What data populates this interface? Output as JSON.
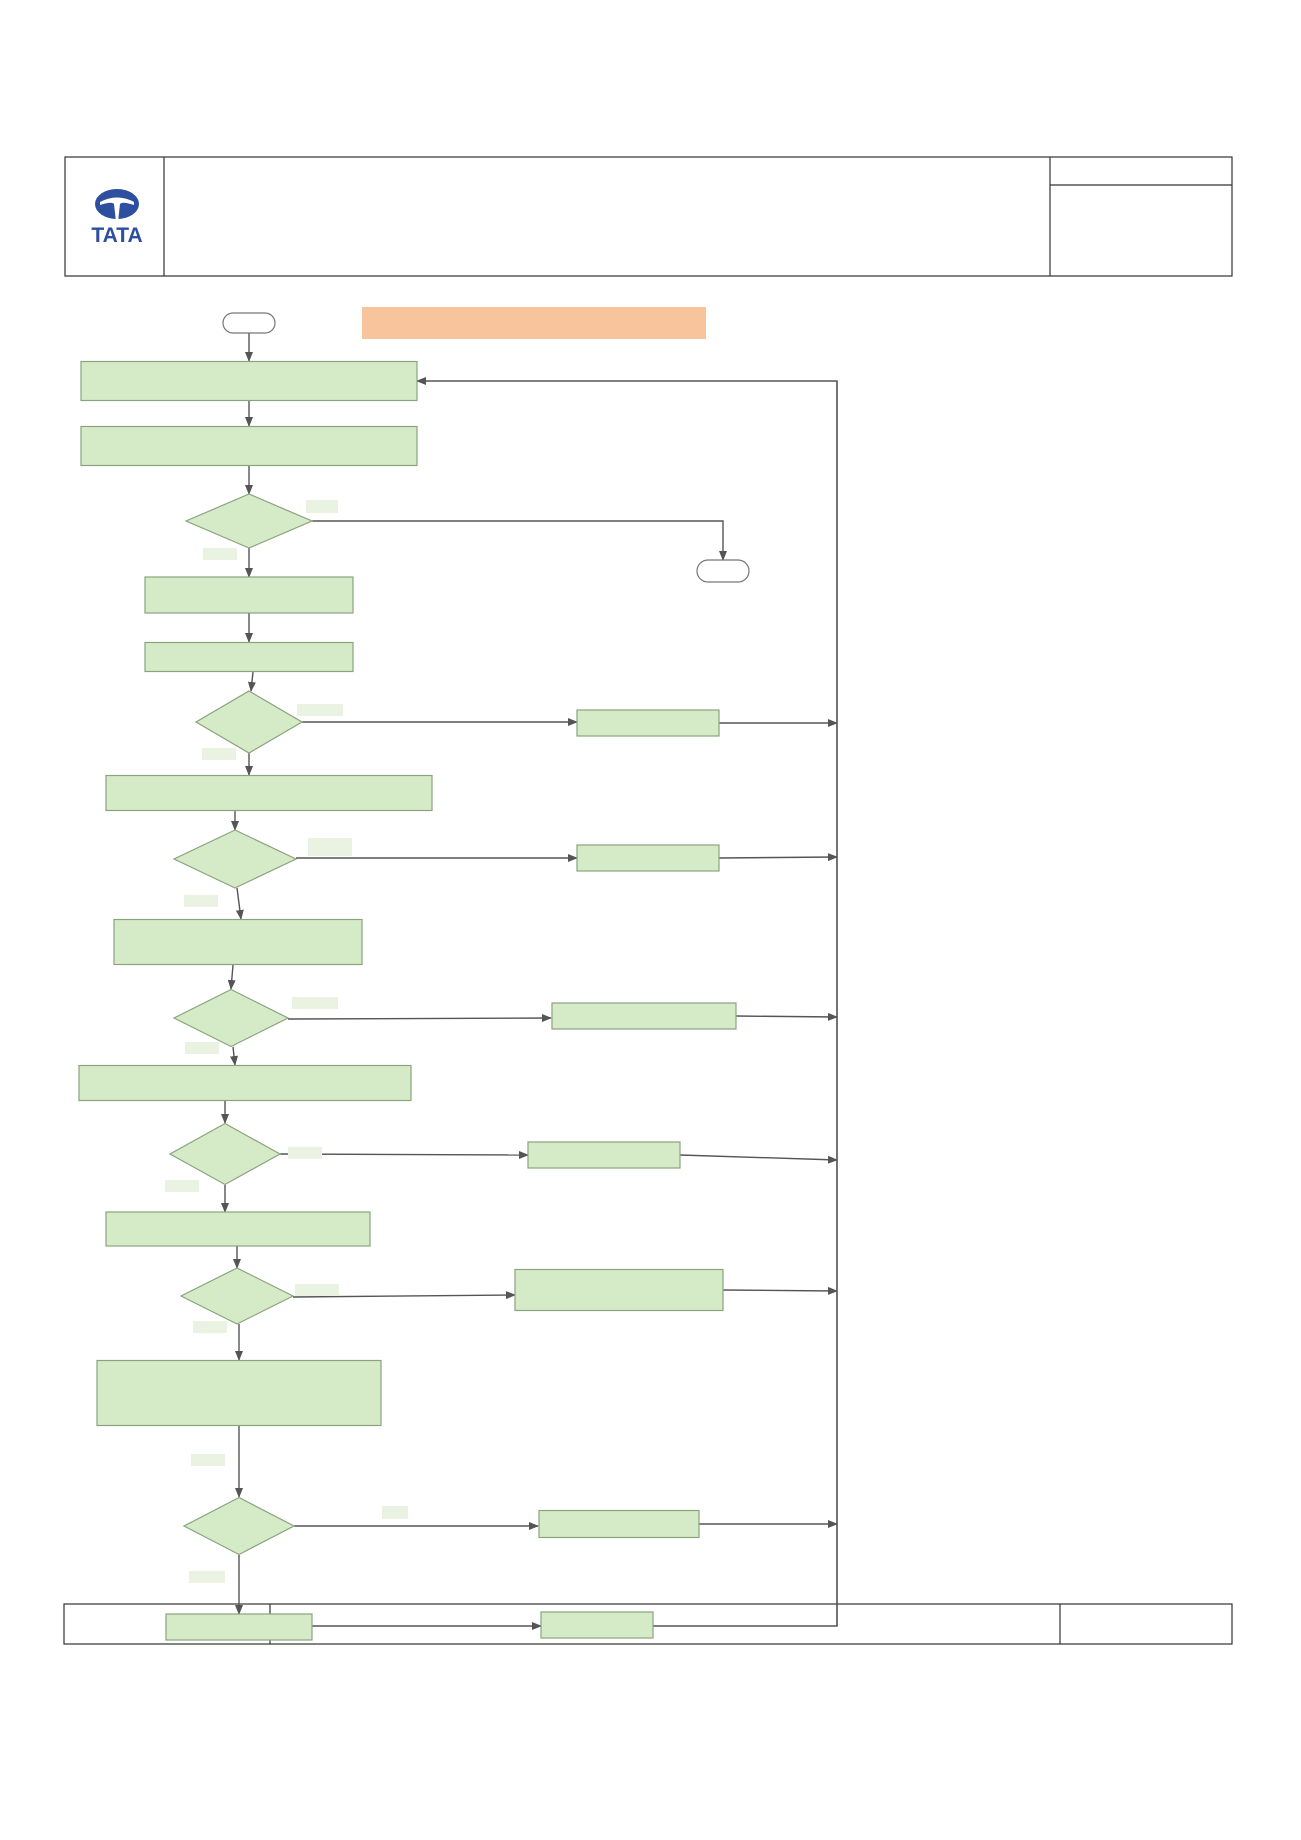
{
  "header": {
    "logo": {
      "text": "TATA",
      "color": "#2e4f9f",
      "icon": "tata-logo-icon"
    }
  },
  "flowchart": {
    "colors": {
      "process_fill": "#d5ebc8",
      "process_stroke": "#8aa37d",
      "decision_fill": "#d5ebc8",
      "terminal_fill": "#ffffff",
      "banner_fill": "#f8c49b",
      "edge_label_fill": "#eaf3e2",
      "line": "#555555",
      "frame": "#333333"
    },
    "nodes": [
      {
        "id": "start",
        "shape": "terminal",
        "text": ""
      },
      {
        "id": "banner",
        "shape": "banner",
        "text": ""
      },
      {
        "id": "p1",
        "shape": "process",
        "text": ""
      },
      {
        "id": "p2",
        "shape": "process",
        "text": ""
      },
      {
        "id": "d1",
        "shape": "decision",
        "text": ""
      },
      {
        "id": "end",
        "shape": "terminal",
        "text": ""
      },
      {
        "id": "p3",
        "shape": "process",
        "text": ""
      },
      {
        "id": "p4",
        "shape": "process",
        "text": ""
      },
      {
        "id": "d2",
        "shape": "decision",
        "text": ""
      },
      {
        "id": "r2",
        "shape": "process",
        "text": ""
      },
      {
        "id": "p5",
        "shape": "process",
        "text": ""
      },
      {
        "id": "d3",
        "shape": "decision",
        "text": ""
      },
      {
        "id": "r3",
        "shape": "process",
        "text": ""
      },
      {
        "id": "p6",
        "shape": "process",
        "text": ""
      },
      {
        "id": "d4",
        "shape": "decision",
        "text": ""
      },
      {
        "id": "r4",
        "shape": "process",
        "text": ""
      },
      {
        "id": "p7",
        "shape": "process",
        "text": ""
      },
      {
        "id": "d5",
        "shape": "decision",
        "text": ""
      },
      {
        "id": "r5",
        "shape": "process",
        "text": ""
      },
      {
        "id": "p8",
        "shape": "process",
        "text": ""
      },
      {
        "id": "d6",
        "shape": "decision",
        "text": ""
      },
      {
        "id": "r6",
        "shape": "process",
        "text": ""
      },
      {
        "id": "p9",
        "shape": "process",
        "text": ""
      },
      {
        "id": "d7",
        "shape": "decision",
        "text": ""
      },
      {
        "id": "r7",
        "shape": "process",
        "text": ""
      },
      {
        "id": "p10",
        "shape": "process",
        "text": ""
      },
      {
        "id": "r8",
        "shape": "process",
        "text": ""
      }
    ],
    "edges": [
      {
        "from": "start",
        "to": "p1"
      },
      {
        "from": "p1",
        "to": "p2"
      },
      {
        "from": "p2",
        "to": "d1"
      },
      {
        "from": "d1",
        "to": "end"
      },
      {
        "from": "d1",
        "to": "p3"
      },
      {
        "from": "p3",
        "to": "p4"
      },
      {
        "from": "p4",
        "to": "d2"
      },
      {
        "from": "d2",
        "to": "r2"
      },
      {
        "from": "d2",
        "to": "p5"
      },
      {
        "from": "p5",
        "to": "d3"
      },
      {
        "from": "d3",
        "to": "r3"
      },
      {
        "from": "d3",
        "to": "p6"
      },
      {
        "from": "p6",
        "to": "d4"
      },
      {
        "from": "d4",
        "to": "r4"
      },
      {
        "from": "d4",
        "to": "p7"
      },
      {
        "from": "p7",
        "to": "d5"
      },
      {
        "from": "d5",
        "to": "r5"
      },
      {
        "from": "d5",
        "to": "p8"
      },
      {
        "from": "p8",
        "to": "d6"
      },
      {
        "from": "d6",
        "to": "r6"
      },
      {
        "from": "d6",
        "to": "p9"
      },
      {
        "from": "p9",
        "to": "d7"
      },
      {
        "from": "d7",
        "to": "r7"
      },
      {
        "from": "d7",
        "to": "p10"
      },
      {
        "from": "p10",
        "to": "r8"
      },
      {
        "from": "r2",
        "to": "p1",
        "via": "return-line"
      },
      {
        "from": "r3",
        "to": "p1",
        "via": "return-line"
      },
      {
        "from": "r4",
        "to": "p1",
        "via": "return-line"
      },
      {
        "from": "r5",
        "to": "p1",
        "via": "return-line"
      },
      {
        "from": "r6",
        "to": "p1",
        "via": "return-line"
      },
      {
        "from": "r7",
        "to": "p1",
        "via": "return-line"
      },
      {
        "from": "r8",
        "to": "p1",
        "via": "return-line"
      }
    ]
  }
}
